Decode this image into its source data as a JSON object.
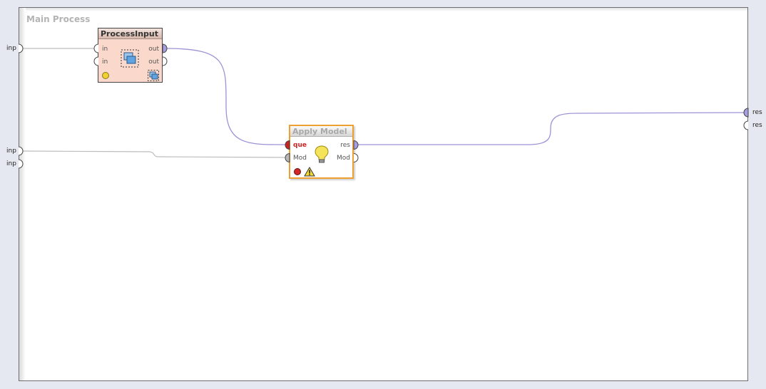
{
  "process": {
    "title": "Main Process"
  },
  "left_ports": [
    "inp",
    "inp",
    "inp"
  ],
  "right_ports": [
    "res",
    "res"
  ],
  "operators": {
    "process_input": {
      "name": "ProcessInput",
      "in_ports": [
        "in",
        "in"
      ],
      "out_ports": [
        "out",
        "out"
      ],
      "status": "yellow"
    },
    "apply_model": {
      "name": "Apply Model",
      "in_ports": [
        "que",
        "Mod"
      ],
      "out_ports": [
        "res",
        "Mod"
      ],
      "status": "red",
      "warning": true
    }
  },
  "colors": {
    "connection": "#9b93d6",
    "inactive_connection": "#bdbdbd",
    "apply_model_border": "#f0a030",
    "process_input_body": "#fbd8cc",
    "error_port": "#cc2222"
  }
}
